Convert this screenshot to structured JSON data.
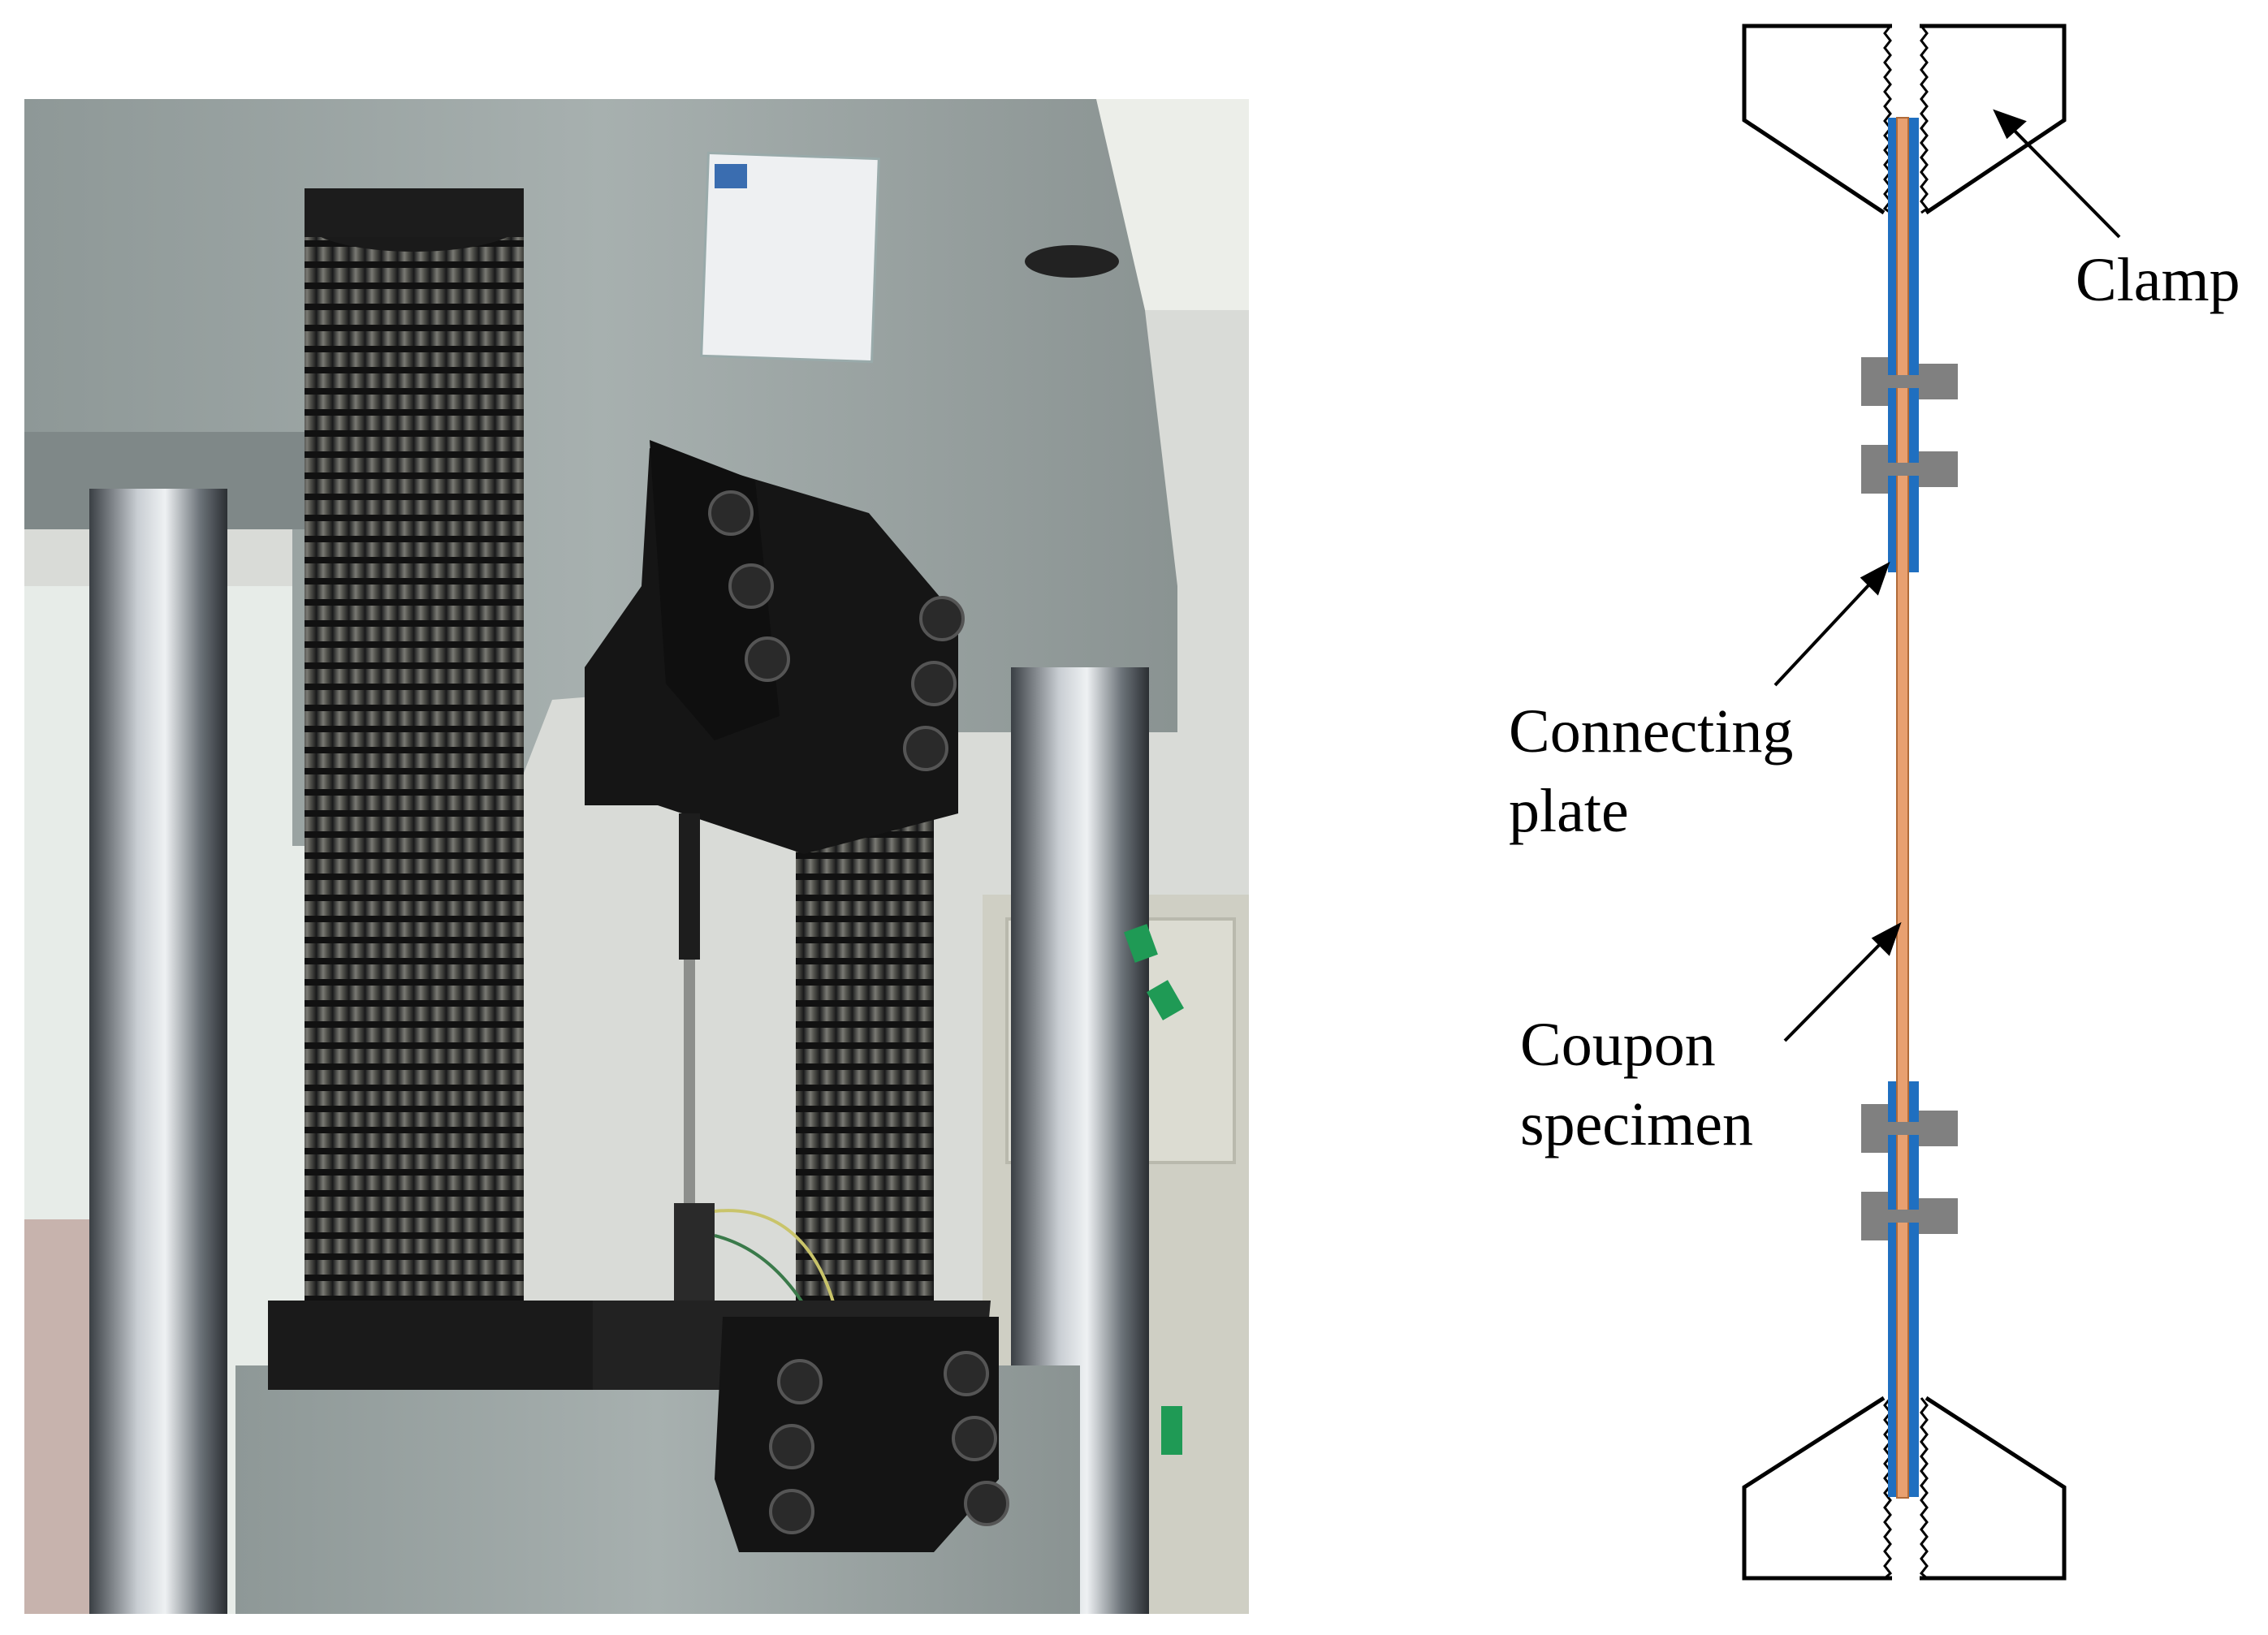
{
  "photo": {
    "description_icon": "universal-testing-machine-photo"
  },
  "schematic": {
    "labels": {
      "clamp": "Clamp",
      "connecting_plate_line1": "Connecting",
      "connecting_plate_line2": "plate",
      "coupon_line1": "Coupon",
      "coupon_line2": "specimen"
    },
    "colors": {
      "connecting_plate": "#1f6fc0",
      "coupon": "#e8a070",
      "bolt": "#808080",
      "clamp_outline": "#000000"
    }
  }
}
